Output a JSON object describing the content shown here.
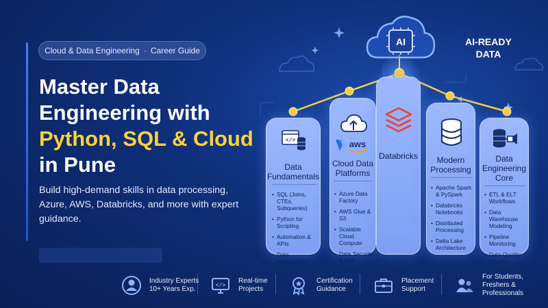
{
  "header": {
    "tag_left": "Cloud & Data Engineering",
    "tag_sep": "·",
    "tag_right": "Career Guide"
  },
  "headline": {
    "line1": "Master Data",
    "line2": "Engineering with",
    "line3_highlight": "Python, SQL & Cloud",
    "line4": "in Pune"
  },
  "subtitle": "Build high-demand skills in data processing, Azure, AWS, Databricks, and more with expert guidance.",
  "cloud": {
    "label": "AI",
    "ai_ready_line1": "AI-READY",
    "ai_ready_line2": "DATA"
  },
  "columns": [
    {
      "title_lines": [
        "Data",
        "Fundamentals"
      ],
      "icon": "code-database-icon",
      "items": [
        "SQL (Joins, CTEs, Subqueries)",
        "Python for Scripting",
        "Automation & APIs",
        "Data Manipulation"
      ]
    },
    {
      "title_lines": [
        "Cloud Data",
        "Platforms"
      ],
      "icon": "cloud-upload-icon",
      "logo_text": "aws",
      "items": [
        "Azure Data Factory",
        "AWS Glue & S3",
        "Scalable Cloud Compute",
        "Data Security & IAM"
      ]
    },
    {
      "title_lines": [
        "Databricks"
      ],
      "icon": "databricks-logo-icon",
      "items": []
    },
    {
      "title_lines": [
        "Modern",
        "Processing"
      ],
      "icon": "database-icon",
      "items": [
        "Apache Spark & PySpark",
        "Databricks Notebooks",
        "Distributed Processing",
        "Delta Lake Architecture"
      ]
    },
    {
      "title_lines": [
        "Data",
        "Engineering",
        "Core"
      ],
      "icon": "database-pipeline-icon",
      "items": [
        "ETL & ELT Workflows",
        "Data Warehouse Modeling",
        "Pipeline Monitoring",
        "Data Quality Checks"
      ]
    }
  ],
  "features": [
    {
      "icon": "expert-user-icon",
      "text": "Industry Experts\n10+ Years Exp."
    },
    {
      "icon": "code-monitor-icon",
      "text": "Real-time\nProjects"
    },
    {
      "icon": "certificate-badge-icon",
      "text": "Certification\nGuidance"
    },
    {
      "icon": "briefcase-icon",
      "text": "Placement\nSupport"
    },
    {
      "icon": "users-group-icon",
      "text": "For Students,\nFreshers &\nProfessionals"
    }
  ],
  "colors": {
    "accent_yellow": "#ffd23a",
    "bg_dark": "#0a1f55",
    "card_blue": "#9cb9ff",
    "databricks_red": "#e8463a",
    "aws_orange": "#f79a1e"
  }
}
